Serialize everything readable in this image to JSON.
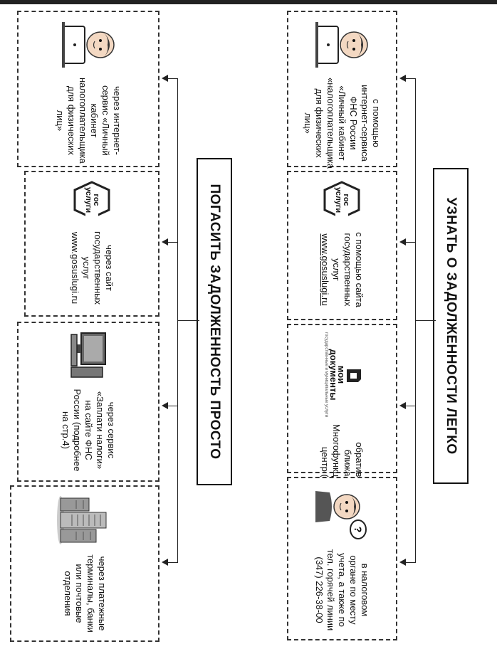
{
  "know": {
    "title": "УЗНАТЬ О ЗАДОЛЖЕННОСТИ ЛЕГКО",
    "boxes": [
      {
        "text": "с помощью интернет-сервиса ФНС России «Личный кабинет «налогоплательщика для физических лиц»"
      },
      {
        "text": "с помощью сайта государственных услуг",
        "link": "www.gosuslugi.ru"
      },
      {
        "text": "обратившись в ближайший Многофункциональный центр (МФЦ)"
      },
      {
        "text": "в налоговом органе по месту учета, а также по тел. горячей линии (347) 226-38-00"
      }
    ]
  },
  "pay": {
    "title": "ПОГАСИТЬ ЗАДОЛЖЕННОСТЬ ПРОСТО",
    "boxes": [
      {
        "text": "через интернет-сервис «Личный кабинет налогоплательщика для физических лиц»"
      },
      {
        "text": "через сайт государственных услуг www.gosuslugi.ru"
      },
      {
        "text": "через сервис «Заплати налоги» на сайте ФНС России (подробнее на стр.4)"
      },
      {
        "text": "через платежные терминалы, банки или почтовые отделения"
      }
    ]
  },
  "logos": {
    "gos_line1": "гос",
    "gos_line2": "услуги",
    "md_brand_1": "мои",
    "md_brand_2": "документы",
    "md_sub": "государственные и муниципальные услуги"
  },
  "icons": [
    "person-laptop-icon",
    "gosuslugi-logo-icon",
    "moi-dokumenty-logo-icon",
    "person-question-icon",
    "computer-icon",
    "buildings-icon"
  ]
}
